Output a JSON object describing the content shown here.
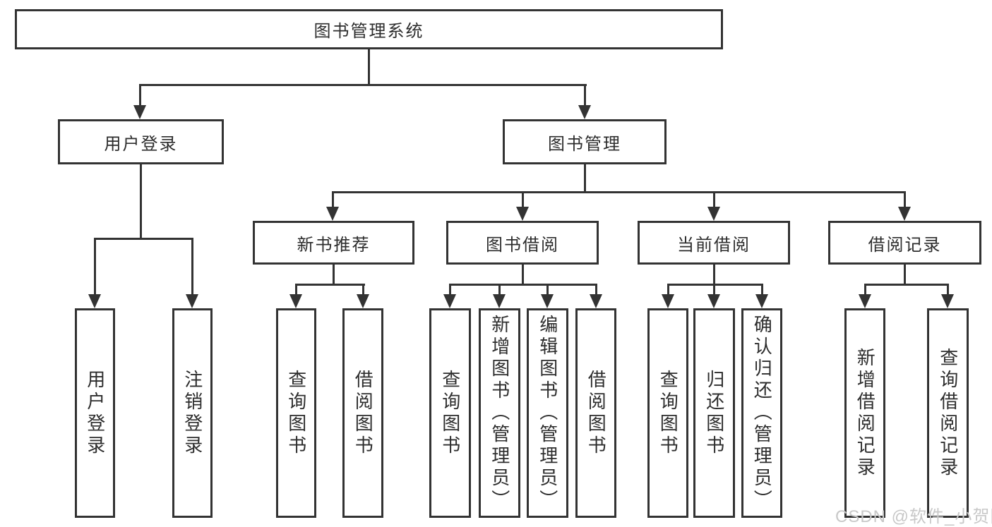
{
  "theme": {
    "background": "#ffffff",
    "line_color": "#333333",
    "text_color": "#2d2d2d",
    "watermark_color": "#c8c8c8"
  },
  "watermark": {
    "text": "CSDN @软件_小贺同学"
  },
  "diagram": {
    "type": "hierarchy",
    "title": "图书管理系统",
    "tree": {
      "label": "图书管理系统",
      "children": [
        {
          "label": "用户登录",
          "children": [
            {
              "label": "用户登录"
            },
            {
              "label": "注销登录"
            }
          ]
        },
        {
          "label": "图书管理",
          "children": [
            {
              "label": "新书推荐",
              "children": [
                {
                  "label": "查询图书"
                },
                {
                  "label": "借阅图书"
                }
              ]
            },
            {
              "label": "图书借阅",
              "children": [
                {
                  "label": "查询图书"
                },
                {
                  "label": "新增图书（管理员）"
                },
                {
                  "label": "编辑图书（管理员）"
                },
                {
                  "label": "借阅图书"
                }
              ]
            },
            {
              "label": "当前借阅",
              "children": [
                {
                  "label": "查询图书"
                },
                {
                  "label": "归还图书"
                },
                {
                  "label": "确认归还（管理员）"
                }
              ]
            },
            {
              "label": "借阅记录",
              "children": [
                {
                  "label": "新增借阅记录"
                },
                {
                  "label": "查询借阅记录"
                }
              ]
            }
          ]
        }
      ]
    }
  }
}
